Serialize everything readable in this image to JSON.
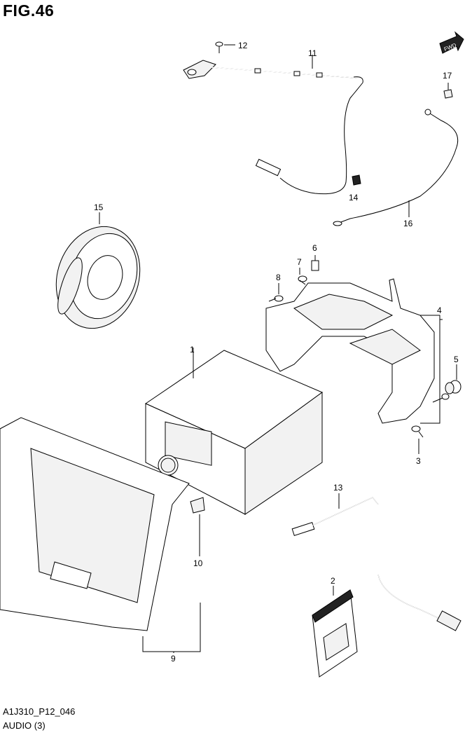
{
  "figure": {
    "title": "FIG.46",
    "code": "A1J310_P12_046",
    "subtitle": "AUDIO (3)"
  },
  "fwd_badge": "FWD",
  "callouts": [
    {
      "id": "c1",
      "label": "1"
    },
    {
      "id": "c2",
      "label": "2"
    },
    {
      "id": "c3",
      "label": "3"
    },
    {
      "id": "c4",
      "label": "4"
    },
    {
      "id": "c5",
      "label": "5"
    },
    {
      "id": "c6",
      "label": "6"
    },
    {
      "id": "c7",
      "label": "7"
    },
    {
      "id": "c8",
      "label": "8"
    },
    {
      "id": "c9",
      "label": "9"
    },
    {
      "id": "c10",
      "label": "10"
    },
    {
      "id": "c11",
      "label": "11"
    },
    {
      "id": "c12",
      "label": "12"
    },
    {
      "id": "c13",
      "label": "13"
    },
    {
      "id": "c14",
      "label": "14"
    },
    {
      "id": "c15",
      "label": "15"
    },
    {
      "id": "c16",
      "label": "16"
    },
    {
      "id": "c17",
      "label": "17"
    }
  ]
}
